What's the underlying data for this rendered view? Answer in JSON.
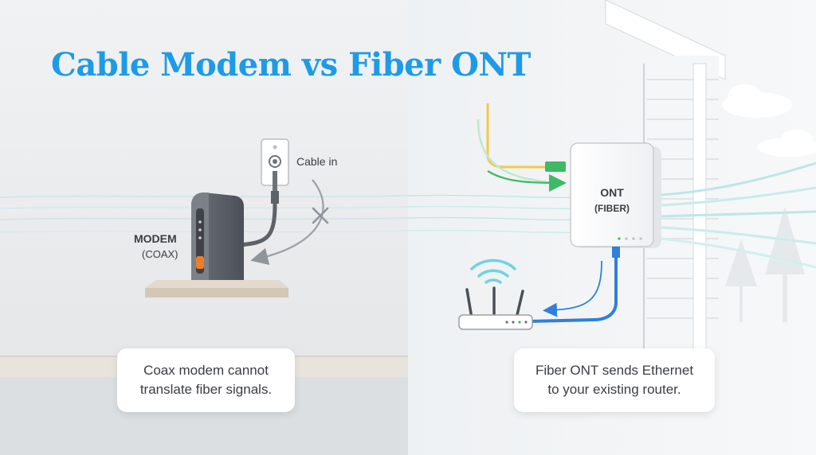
{
  "title": "Cable Modem vs Fiber ONT",
  "left": {
    "modem_label": "MODEM",
    "modem_sublabel": "(COAX)",
    "cable_label": "Cable in",
    "caption_line1": "Coax modem cannot",
    "caption_line2": "translate fiber signals."
  },
  "right": {
    "ont_label": "ONT",
    "ont_sublabel": "(FIBER)",
    "caption_line1": "Fiber ONT sends Ethernet",
    "caption_line2": "to your existing router."
  },
  "icons": [
    "wall-outlet-icon",
    "modem-icon",
    "x-mark-icon",
    "ont-box-icon",
    "router-icon",
    "wifi-icon",
    "arrow-icon",
    "house-siding",
    "tree-icon",
    "cloud-icon"
  ],
  "colors": {
    "title": "#1d9be6",
    "fiber_yellow": "#f2c94c",
    "fiber_green": "#3fb964",
    "ethernet_blue": "#2f80d8",
    "modem_orange": "#f07c2a",
    "wifi": "#6fd3e3"
  }
}
